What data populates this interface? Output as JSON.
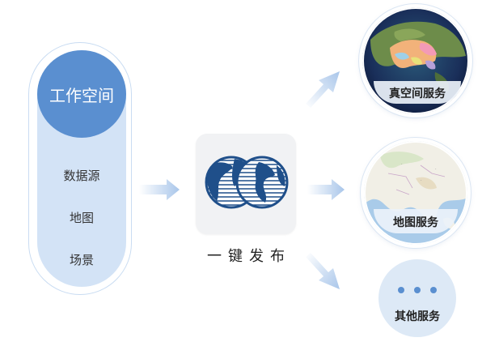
{
  "workspace": {
    "title": "工作空间",
    "items": [
      "数据源",
      "地图",
      "场景"
    ]
  },
  "publish": {
    "label": "一键发布",
    "icon": "globe-icon"
  },
  "services": [
    {
      "label": "真空间服务",
      "icon": "3d-globe-icon"
    },
    {
      "label": "地图服务",
      "icon": "map-icon"
    },
    {
      "label": "其他服务",
      "icon": "ellipsis-icon"
    }
  ],
  "colors": {
    "accent": "#5a8fd0",
    "capsule_fill": "#d3e3f6",
    "arrow": "#a9c6ea",
    "dots": "#5a8fd0"
  }
}
